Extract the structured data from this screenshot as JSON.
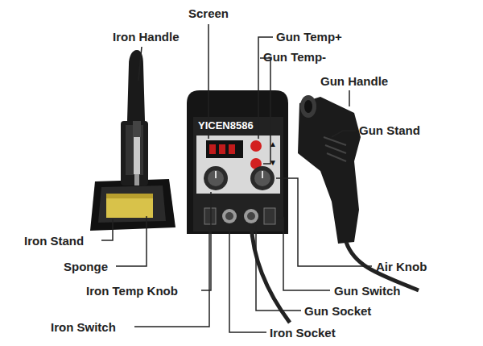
{
  "diagram": {
    "labels": [
      "Screen",
      "Iron Handle",
      "Gun Temp+",
      "Gun Temp-",
      "Gun Handle",
      "Gun Stand",
      "YICEN8586",
      "▲",
      "▼",
      "Iron Stand",
      "Sponge",
      "Air Knob",
      "Iron Temp Knob",
      "Gun Switch",
      "Iron Switch",
      "Gun Socket",
      "Iron Socket"
    ]
  }
}
